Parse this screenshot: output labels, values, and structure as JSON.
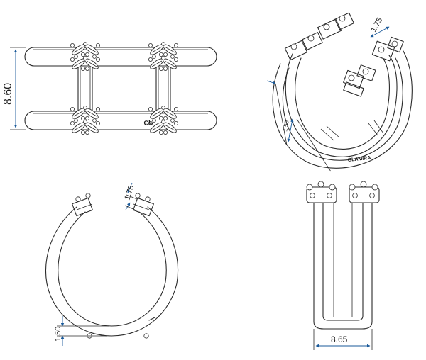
{
  "front_view": {
    "dimension_height": "8.60",
    "engraving": "GL"
  },
  "perspective_view": {
    "dimension_prong": "1.75",
    "dimension_side": "1.50",
    "engraving": "GLAMIRA"
  },
  "side_view": {
    "dimension_top": "1.75",
    "dimension_bottom": "1.50"
  },
  "end_view": {
    "dimension_width": "8.65"
  },
  "colors": {
    "line": "#2a2a2a",
    "dimension": "#1a5a9a"
  }
}
